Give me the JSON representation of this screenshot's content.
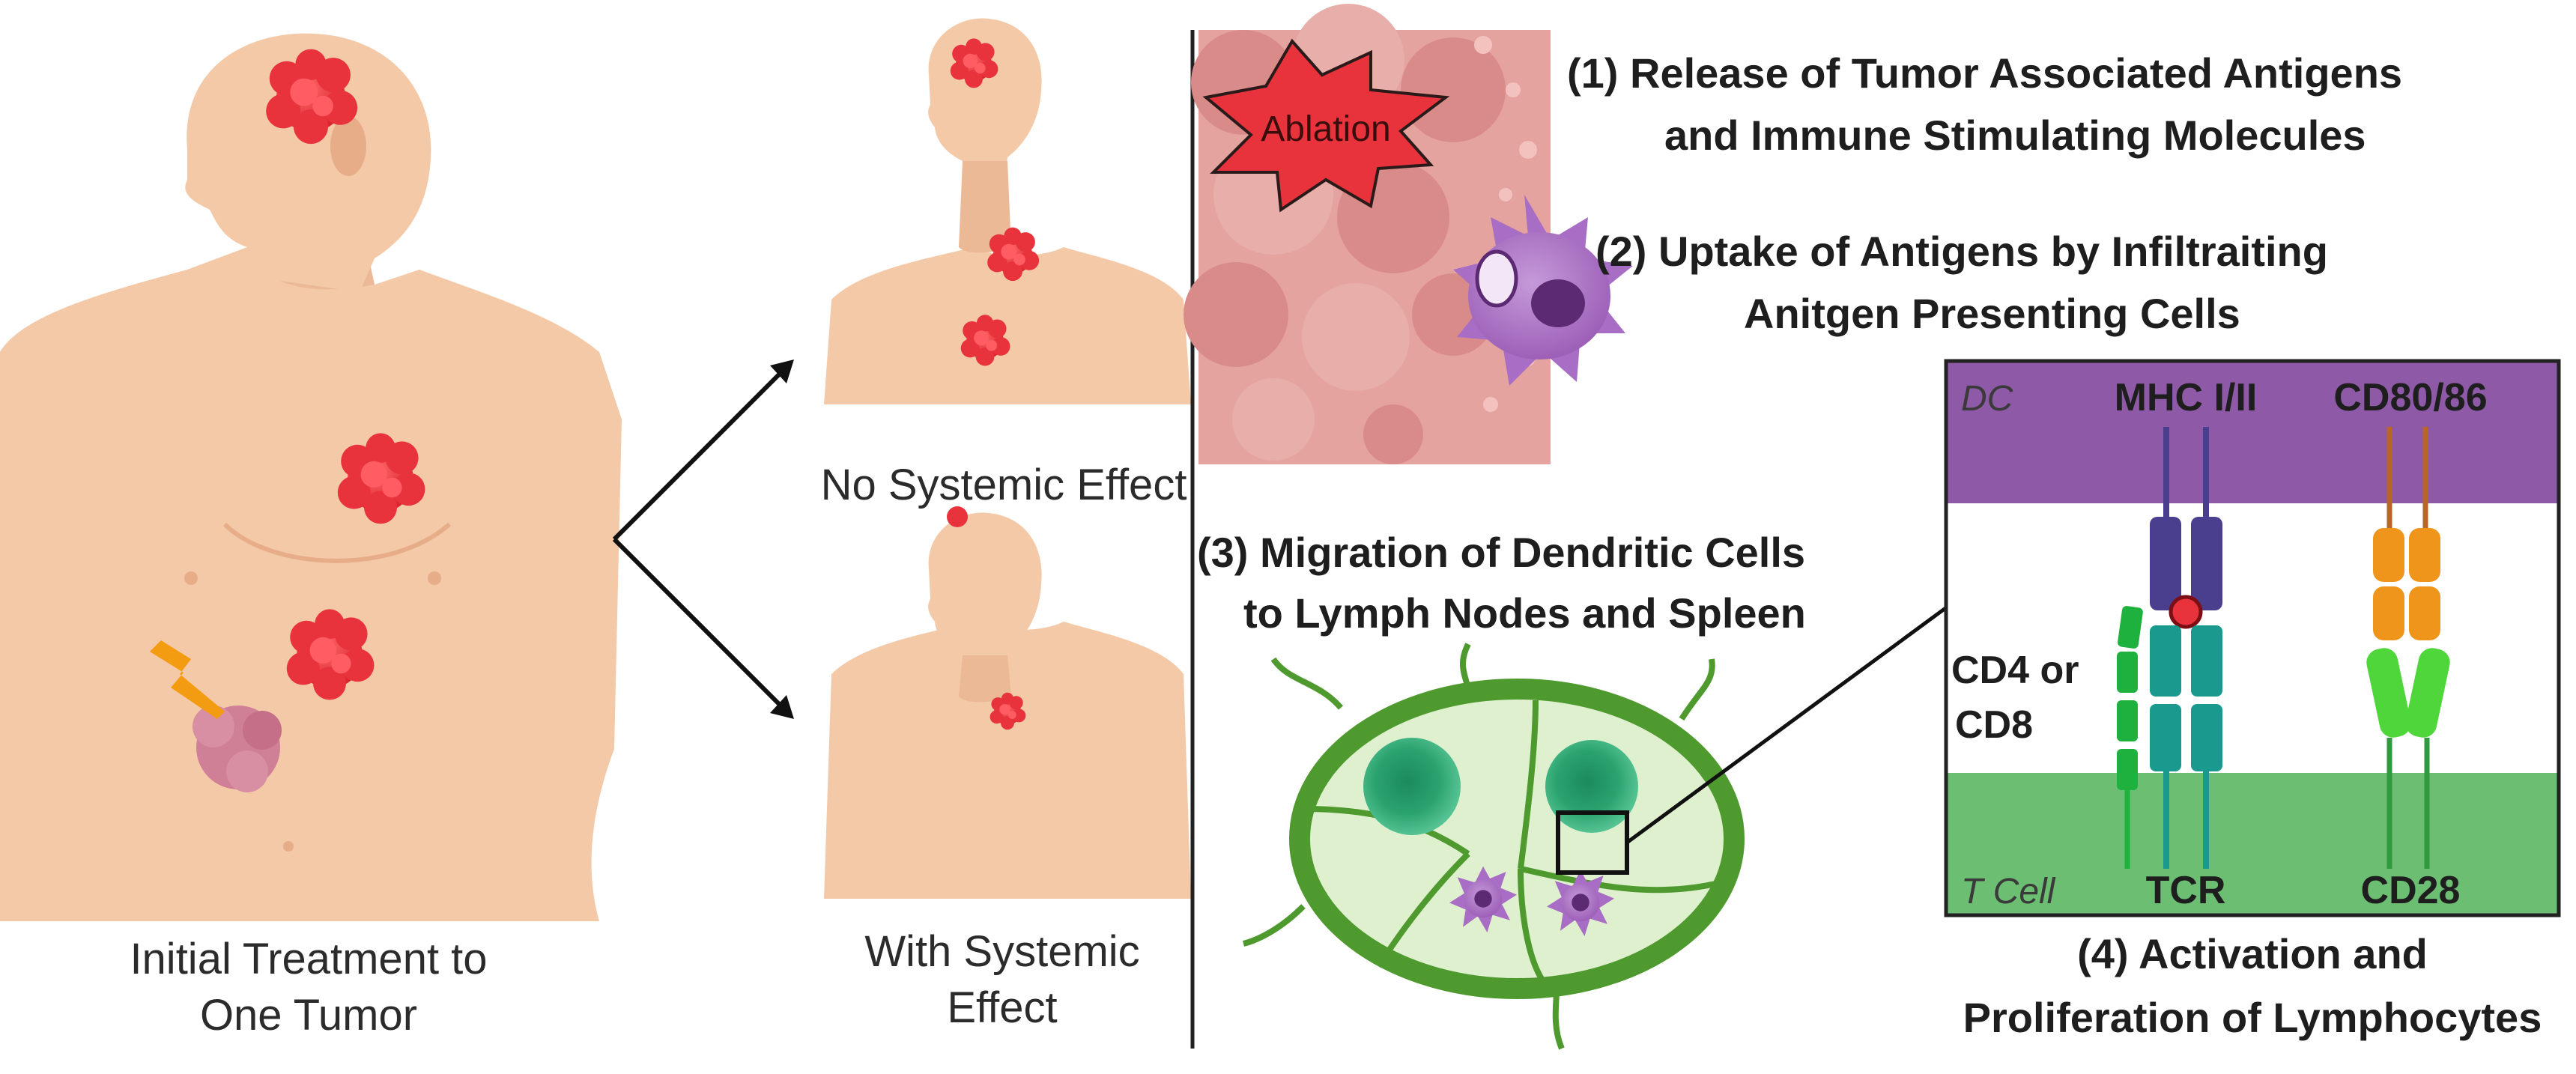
{
  "left_panel": {
    "main_caption": [
      "Initial Treatment to",
      "One Tumor"
    ],
    "outcome_no": "No Systemic Effect",
    "outcome_yes": [
      "With Systemic",
      "Effect"
    ]
  },
  "right_panel": {
    "ablation_label": "Ablation",
    "step1": [
      "(1)  Release of Tumor Associated Antigens",
      "and Immune Stimulating Molecules"
    ],
    "step2": [
      "(2) Uptake of Antigens by Infiltraiting",
      "Anitgen Presenting Cells"
    ],
    "step3": [
      "(3) Migration of Dendritic Cells",
      "to Lymph Nodes and Spleen"
    ],
    "step4": [
      "(4) Activation and",
      "Proliferation of Lymphocytes"
    ]
  },
  "synapse": {
    "dc_region": "DC",
    "tcell_region": "T Cell",
    "mhc": "MHC I/II",
    "cd8086": "CD80/86",
    "cd4_or_cd8": [
      "CD4 or",
      "CD8"
    ],
    "tcr": "TCR",
    "cd28": "CD28"
  },
  "colors": {
    "skin": "#f4c9a8",
    "skin_shadow": "#e6ad88",
    "tumor": "#e8333d",
    "treated_tumor": "#cf7f96",
    "lightning": "#f39c12",
    "dc_purple": "#9a5bb5",
    "dc_band": "#8e5aa8",
    "tcell_band": "#6cbf72",
    "mhc": "#4a3f8f",
    "tcr": "#1a9a8f",
    "cd80": "#f0951c",
    "cd28": "#4fd63a",
    "coreceptor": "#1fb13e",
    "node_outline": "#4f9a2e",
    "node_fill": "#dff0cf"
  }
}
